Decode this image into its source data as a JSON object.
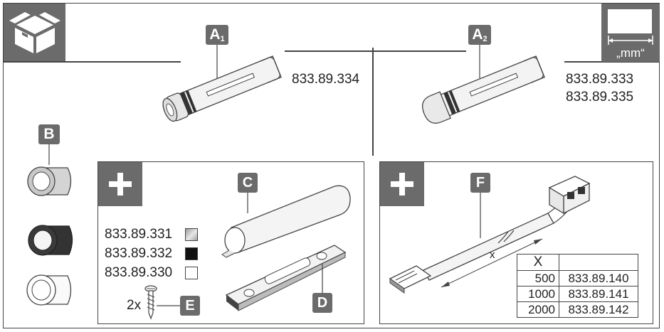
{
  "header": {
    "unit_label": "„mm“"
  },
  "variants": {
    "a1": {
      "tag": "A",
      "sub": "1",
      "code": "833.89.334"
    },
    "a2": {
      "tag": "A",
      "sub": "2",
      "codes": [
        "833.89.333",
        "833.89.335"
      ]
    }
  },
  "part_b": {
    "tag": "B"
  },
  "accessory_left": {
    "tag_c": "C",
    "tag_d": "D",
    "tag_e": "E",
    "screw_qty": "2x",
    "color_options": [
      {
        "code": "833.89.331",
        "swatch": "#cfcfcf"
      },
      {
        "code": "833.89.332",
        "swatch": "#111111"
      },
      {
        "code": "833.89.330",
        "swatch": "#ffffff"
      }
    ]
  },
  "accessory_right": {
    "tag_f": "F",
    "dimension_label": "x",
    "table": {
      "header": [
        "X",
        ""
      ],
      "rows": [
        [
          "500",
          "833.89.140"
        ],
        [
          "1000",
          "833.89.141"
        ],
        [
          "2000",
          "833.89.142"
        ]
      ]
    }
  }
}
